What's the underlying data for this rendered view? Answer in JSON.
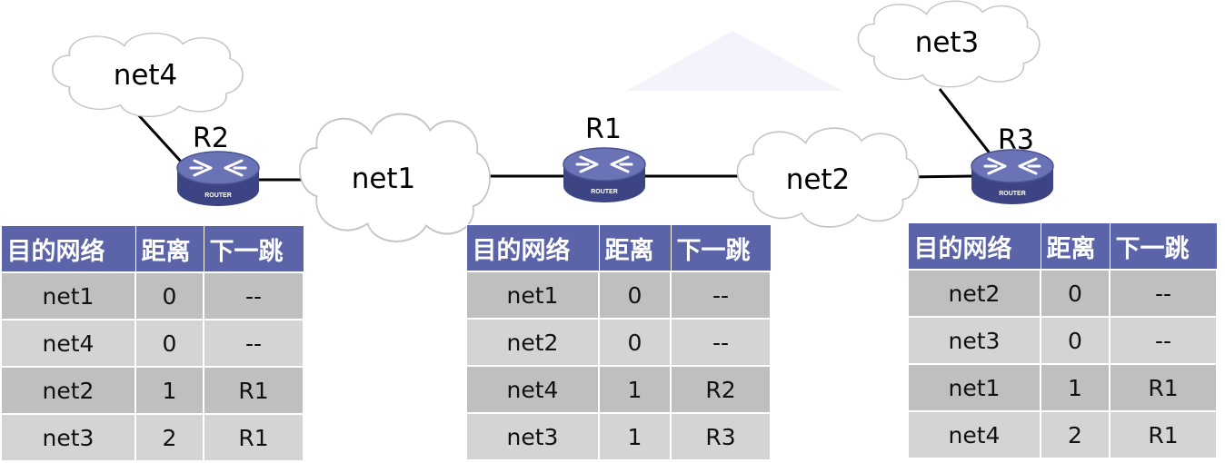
{
  "table_headers": {
    "dest": "目的网络",
    "dist": "距离",
    "next": "下一跳"
  },
  "clouds": {
    "net1": "net1",
    "net2": "net2",
    "net3": "net3",
    "net4": "net4"
  },
  "routers": {
    "r1": {
      "name": "R1",
      "badge": "ROUTER"
    },
    "r2": {
      "name": "R2",
      "badge": "ROUTER"
    },
    "r3": {
      "name": "R3",
      "badge": "ROUTER"
    }
  },
  "tables": {
    "r2": [
      {
        "dest": "net1",
        "dist": "0",
        "next": "--"
      },
      {
        "dest": "net4",
        "dist": "0",
        "next": "--"
      },
      {
        "dest": "net2",
        "dist": "1",
        "next": "R1"
      },
      {
        "dest": "net3",
        "dist": "2",
        "next": "R1"
      }
    ],
    "r1": [
      {
        "dest": "net1",
        "dist": "0",
        "next": "--"
      },
      {
        "dest": "net2",
        "dist": "0",
        "next": "--"
      },
      {
        "dest": "net4",
        "dist": "1",
        "next": "R2"
      },
      {
        "dest": "net3",
        "dist": "1",
        "next": "R3"
      }
    ],
    "r3": [
      {
        "dest": "net2",
        "dist": "0",
        "next": "--"
      },
      {
        "dest": "net3",
        "dist": "0",
        "next": "--"
      },
      {
        "dest": "net1",
        "dist": "1",
        "next": "R1"
      },
      {
        "dest": "net4",
        "dist": "2",
        "next": "R1"
      }
    ]
  },
  "colors": {
    "header_bg": "#5b64a8",
    "row_dark": "#bfbfbf",
    "row_light": "#d4d4d4",
    "router_body": "#5d66a8",
    "decor_triangle": "#f4f2fb"
  }
}
